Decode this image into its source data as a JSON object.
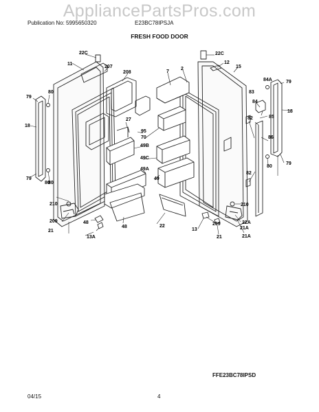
{
  "watermark": "AppliancePartsPros.com",
  "header": {
    "publication": "Publication No: 5995650320",
    "model": "E23BC78IPSJA",
    "section_title": "FRESH FOOD DOOR"
  },
  "callouts": [
    "22C",
    "11",
    "207",
    "208",
    "7",
    "2",
    "22C",
    "12",
    "15",
    "79",
    "80",
    "80",
    "84A",
    "83",
    "84",
    "79",
    "18",
    "18",
    "27",
    "95",
    "70",
    "82",
    "85",
    "86",
    "49B",
    "49C",
    "49A",
    "49",
    "82",
    "80",
    "79",
    "79",
    "80",
    "210",
    "210",
    "209",
    "22A",
    "48",
    "48",
    "22",
    "209",
    "21A",
    "21",
    "13A",
    "13",
    "21",
    "21A"
  ],
  "footer": {
    "model_code": "FFE23BC78IPSD",
    "date": "04/15",
    "page": "4"
  }
}
